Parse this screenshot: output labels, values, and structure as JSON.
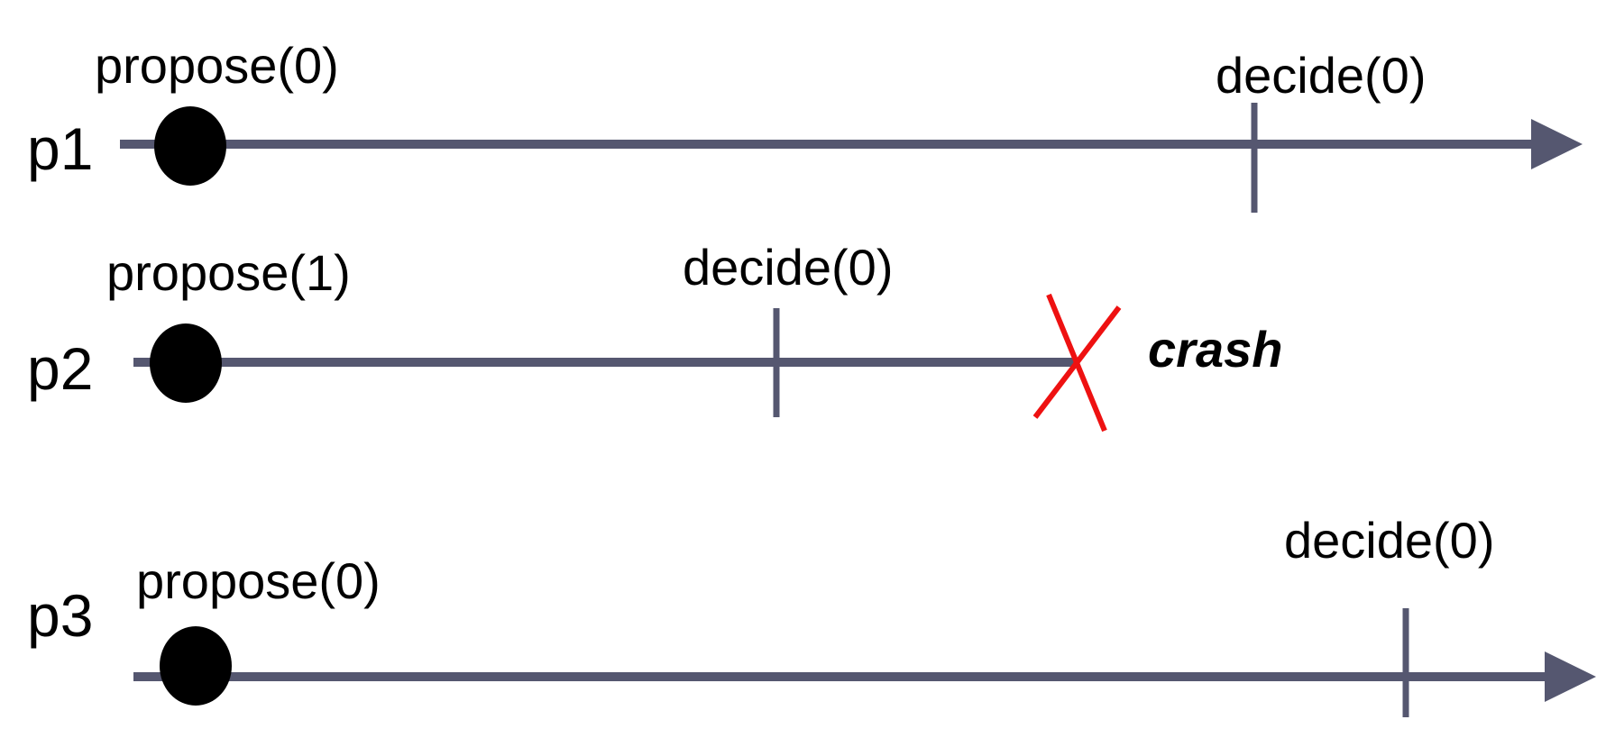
{
  "colors": {
    "timeline": "#555770",
    "dot": "#000000",
    "crash_mark": "#ee1111",
    "background": "#ffffff"
  },
  "processes": [
    {
      "label": "p1",
      "propose": "propose(0)",
      "decide": "decide(0)",
      "crashed": false
    },
    {
      "label": "p2",
      "propose": "propose(1)",
      "decide": "decide(0)",
      "crashed": true,
      "crash_label": "crash"
    },
    {
      "label": "p3",
      "propose": "propose(0)",
      "decide": "decide(0)",
      "crashed": false
    }
  ]
}
